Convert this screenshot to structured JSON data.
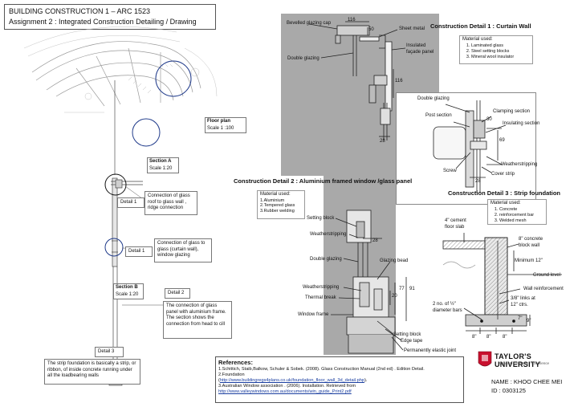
{
  "header": {
    "title": "BUILDING CONSTRUCTION 1 – ARC 1523",
    "subtitle": "Assignment 2 : Integrated Construction Detailing / Drawing"
  },
  "floor_plan": {
    "title": "Floor plan",
    "scale": "Scale 1 :100"
  },
  "section_a": {
    "title": "Section A",
    "scale": "Scale 1:20"
  },
  "section_b": {
    "title": "Section B",
    "scale": "Scale 1:20"
  },
  "details": [
    {
      "label": "Detail 1",
      "text": "Connection of glass roof to glass wall , ridge connection"
    },
    {
      "label": "Detail 1",
      "text": "Connection of glass to glass (curtain wall), window glazing"
    },
    {
      "label": "Detail 2",
      "text": "The connection of glass panel with aluminium frame. The section shows the connection from head to cill"
    },
    {
      "label": "Detail 3",
      "text": "The strip foundation is basically a strip, or ribbon, of inside concrete running under all the loadbearing walls"
    }
  ],
  "detail1": {
    "title": "Construction Detail 1 : Curtain Wall",
    "material_heading": "Material used:",
    "materials": [
      "Laminated glass",
      "Steel setting blocks",
      "Mineral wool insulator"
    ],
    "labels": {
      "bevelled": "Bevelled glazing cap",
      "sheet_metal": "Sheet metal",
      "insulated": "Insulated façade panel",
      "double_glazing": "Double glazing",
      "double_glazing2": "Double glazing",
      "post_section": "Post section",
      "clamping": "Clamping section",
      "insulating": "Insulating section",
      "weatherstripping": "Weatherstripping",
      "screw": "Screw",
      "cover_strip": "Cover strip"
    },
    "dims": {
      "d116a": "116",
      "d50": "50",
      "d116b": "116",
      "d28a": "28",
      "d30": "30",
      "d69": "69",
      "d28b": "28"
    }
  },
  "detail2": {
    "title": "Construction Detail 2 : Aluminium framed window /glass panel",
    "material_heading": "Material used:",
    "materials": [
      "1.Aluminium",
      "2.Tempered glass",
      "3.Rubber welding"
    ],
    "labels": {
      "setting_block": "Setting block",
      "weatherstripping": "Weatherstripping",
      "double_glazing": "Double glazing",
      "glazing_bead": "Glazing bead",
      "weatherstripping2": "Weatherstripping",
      "thermal_break": "Thermal break",
      "window_frame": "Window frame",
      "setting_block2": "Setting block",
      "edge_tape": "Edge tape",
      "elastic_joint": "Permanently elastic joint"
    },
    "dims": {
      "d28": "28",
      "d77": "77",
      "d91": "91",
      "d20": "20"
    }
  },
  "detail3": {
    "title": "Construction Detail 3 : Strip foundation",
    "material_heading": "Material used:",
    "materials": [
      "Concrete",
      "reinforcement bar",
      "Welded mesh"
    ],
    "labels": {
      "cement_slab": "4\" cement floor slab",
      "block_wall": "8\" concrete block wall",
      "minimum": "Minimum 12\"",
      "ground_level": "Ground level",
      "wall_reinf": "Wall reinforcement",
      "links": "3/8\" links at 12\" ctrs.",
      "bars": "2 no. of ½\" diameter bars"
    },
    "dims": {
      "d7": "7\"",
      "d9": "9\"",
      "b1": "8\"",
      "b2": "8\"",
      "b3": "8\""
    }
  },
  "references": {
    "heading": "References:",
    "ref1": "1.Schittich, Staib,Balkow, Schuler & Sobek. (2008). Glass Construction Manual (2nd ed) . Edition Detail.",
    "ref2": "2.Foundation",
    "ref2_link": "http://www.buildingregs4plans.co.uk/foundation_floor_wall_3d_detail.php",
    "ref3": "3.Australian Window association . (2006). Installation. Retrieved from",
    "ref3_link": "http://www.valleywindows.com.au/documents/win_guide_Print2.pdf"
  },
  "university": {
    "name": "TAYLOR'S UNIVERSITY",
    "tagline": "Wisdom · Integrity · Excellence"
  },
  "student": {
    "name": "NAME : KHOO CHEE MEI",
    "id": "ID : 0303125"
  },
  "colors": {
    "panel_gray": "#a9a9a9",
    "shield_red": "#c8102e",
    "link_blue": "#1a3ea0"
  }
}
